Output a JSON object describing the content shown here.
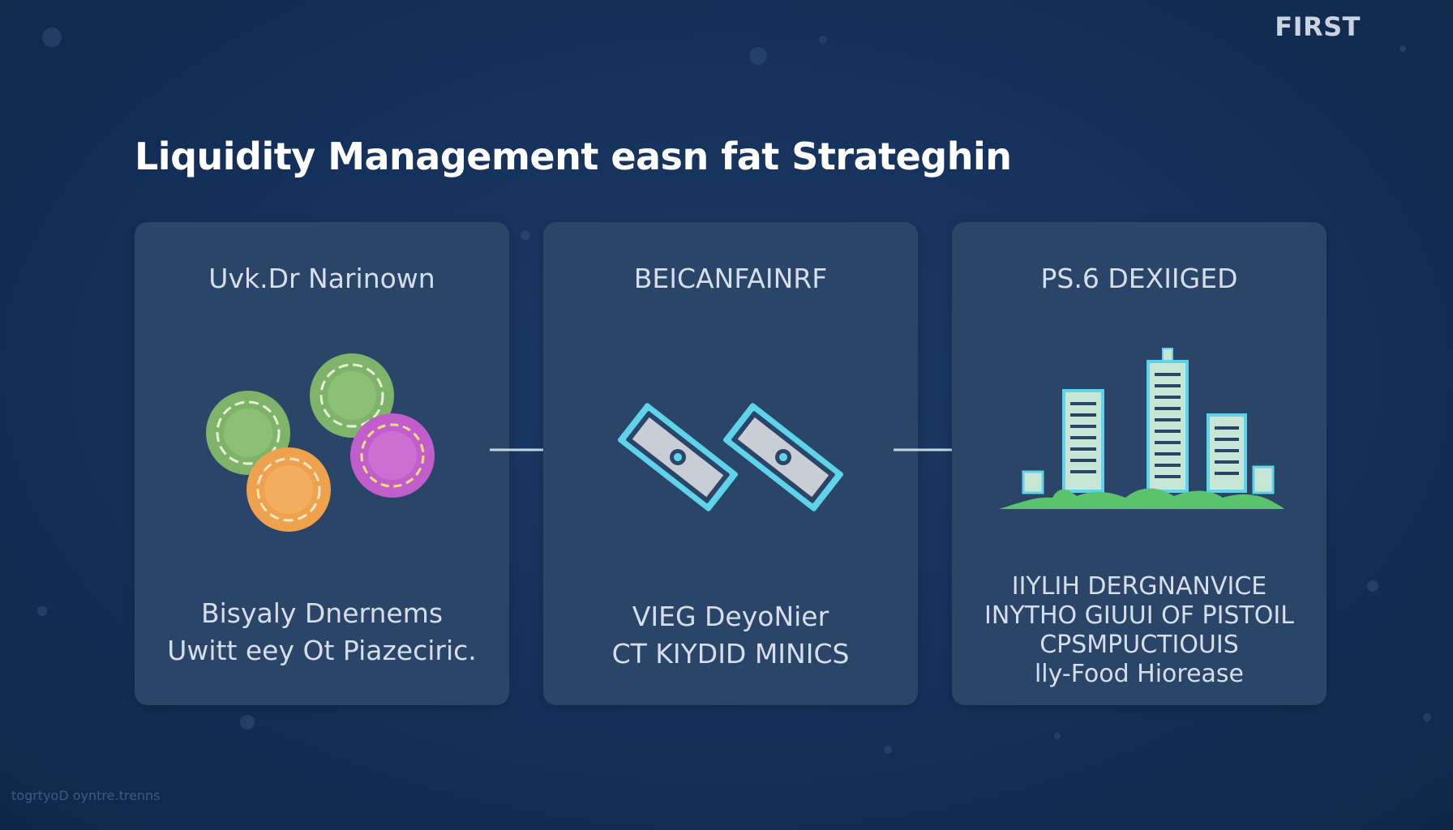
{
  "brand": "FIRST",
  "title": "Liquidity Management easn fat Strateghin",
  "cards": [
    {
      "heading": "Uvk.Dr Narinown",
      "illustration": "coins-icon",
      "description": [
        "Bisyaly Dnernems",
        "Uwitt eey Ot Piazeciric."
      ]
    },
    {
      "heading": "BEICANFAINRF",
      "illustration": "bonds-icon",
      "description": [
        "VIEG DeyoNier",
        "CT KIYDID MINICS"
      ]
    },
    {
      "heading": "PS.6 DEXIIGED",
      "illustration": "city-buildings-icon",
      "description": [
        "IIYLIH DERGNANVICE",
        "INYTHO GIUUI OF PISTOIL",
        "CPSMPUCTIOUIS",
        "lly-Food Hiorease"
      ]
    }
  ],
  "footer": "togrtyoD oyntre.trenns",
  "colors": {
    "background": "#14305a",
    "card": "#2b4569",
    "coin_green": "#7fb36a",
    "coin_orange": "#efa24e",
    "coin_purple": "#c25ecb",
    "bond_outline": "#5fd3ea",
    "building_fill": "#c8e6d6",
    "ground_green": "#5cc36d"
  }
}
